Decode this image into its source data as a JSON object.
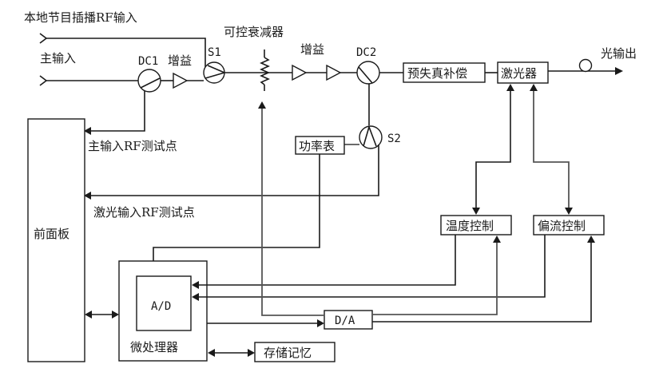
{
  "inputs": {
    "local_rf_input": "本地节目插播RF输入",
    "main_input": "主输入"
  },
  "components": {
    "dc1": "DC1",
    "gain1": "增益",
    "s1": "S1",
    "attenuator": "可控衰减器",
    "gain2": "增益",
    "dc2": "DC2",
    "predistortion": "预失真补偿",
    "laser": "激光器",
    "optical_output": "光输出",
    "s2": "S2",
    "power_meter": "功率表",
    "temp_control": "温度控制",
    "bias_control": "偏流控制",
    "front_panel": "前面板",
    "ad": "A/D",
    "microprocessor": "微处理器",
    "da": "D/A",
    "memory": "存储记忆"
  },
  "test_points": {
    "main_rf_test": "主输入RF测试点",
    "laser_rf_test": "激光输入RF测试点"
  }
}
